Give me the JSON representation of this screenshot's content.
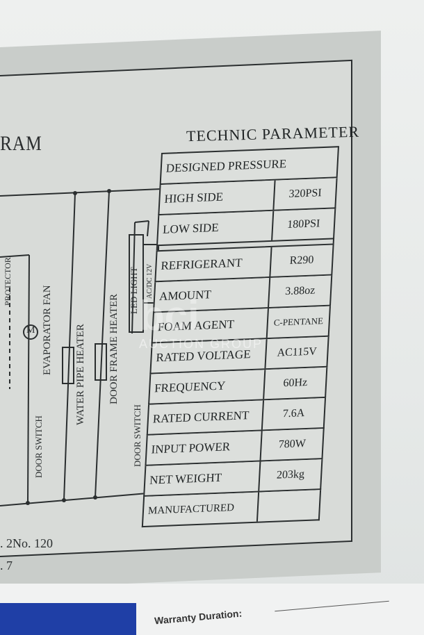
{
  "diagram": {
    "title_fragment": "RAM",
    "labels": {
      "protector": "PROTECTOR",
      "motor": "M",
      "evaporator_fan": "EVAPORATOR FAN",
      "door_switch_left": "DOOR SWITCH",
      "water_pipe_heater": "WATER PIPE HEATER",
      "door_frame_heater": "DOOR FRAME HEATER",
      "led_light": "LED LIGHT",
      "acdc": "AC/DC 12V",
      "door_switch_right": "DOOR SWITCH"
    },
    "footnote_1": ". 2No. 120",
    "footnote_2": ". 7"
  },
  "params": {
    "title": "TECHNIC  PARAMETER",
    "designed_pressure": "DESIGNED PRESSURE",
    "rows_pressure": [
      {
        "k": "HIGH SIDE",
        "v": "320PSI"
      },
      {
        "k": "LOW SIDE",
        "v": "180PSI"
      }
    ],
    "rows_main": [
      {
        "k": "REFRIGERANT",
        "v": "R290"
      },
      {
        "k": "AMOUNT",
        "v": "3.88oz"
      },
      {
        "k": "FOAM AGENT",
        "v": "C-PENTANE"
      },
      {
        "k": "RATED VOLTAGE",
        "v": "AC115V"
      },
      {
        "k": "FREQUENCY",
        "v": "60Hz"
      },
      {
        "k": "RATED CURRENT",
        "v": "7.6A"
      },
      {
        "k": "INPUT POWER",
        "v": "780W"
      },
      {
        "k": "NET WEIGHT",
        "v": "203kg"
      },
      {
        "k": "MANUFACTURED",
        "v": ""
      }
    ]
  },
  "sticker": {
    "warranty_label": "Warranty Duration:"
  },
  "watermark": {
    "text": "bci",
    "subtext": "AUCTION GROUP"
  }
}
